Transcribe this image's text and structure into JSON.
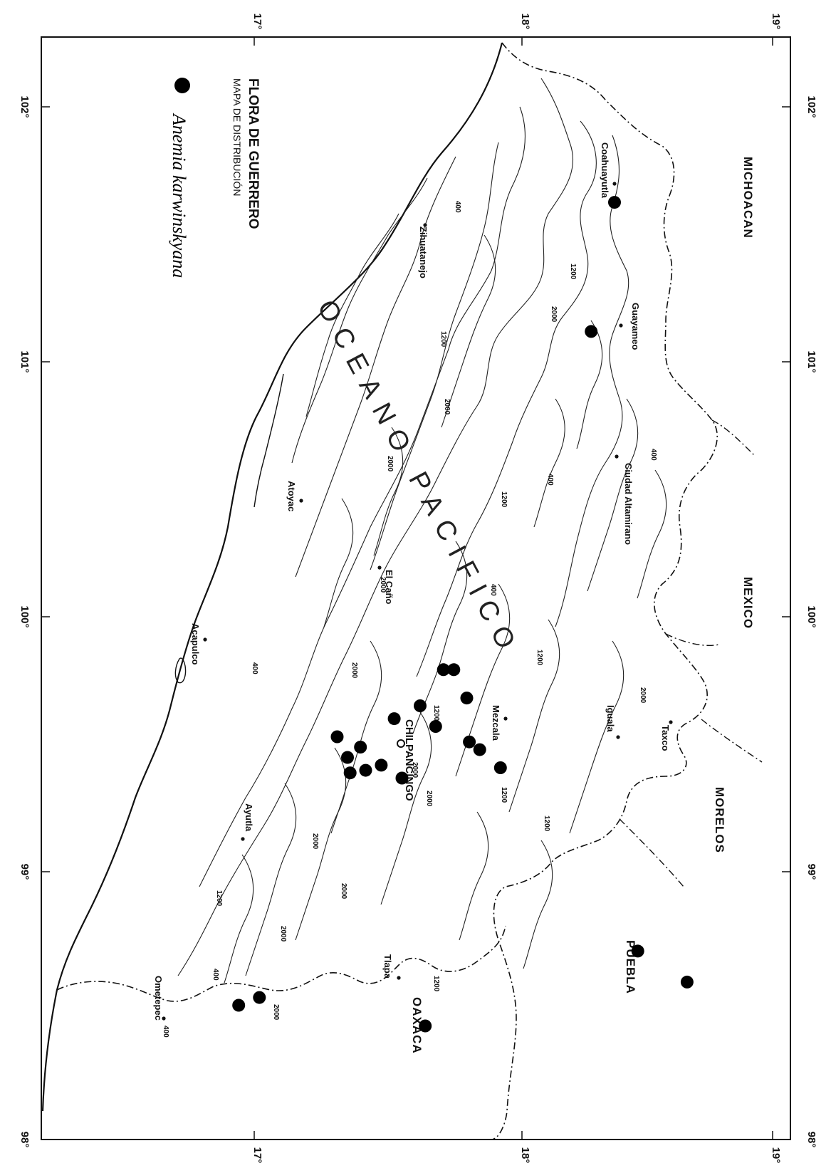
{
  "legend": {
    "title": "FLORA DE GUERRERO",
    "subtitle": "MAPA DE DISTRIBUCIÓN",
    "species": "Anemia karwinskyana"
  },
  "ocean_label": "OCEANO PACIFICO",
  "longitude_ticks": [
    "102°",
    "101°",
    "100°",
    "99°",
    "98°"
  ],
  "latitude_ticks": [
    "17°",
    "18°",
    "19°"
  ],
  "states": [
    "MICHOACAN",
    "MEXICO",
    "MORELOS",
    "PUEBLA",
    "OAXACA"
  ],
  "capital": "CHILPANCINGO",
  "towns": [
    "Coahuayutla",
    "Zihuatanejo",
    "Guayameo",
    "Ciudad Altamirano",
    "Atoyac",
    "El Caño",
    "Acapulco",
    "Iguala",
    "Taxco",
    "Mezcala",
    "Ayutla",
    "Tlapa",
    "Ometepec"
  ],
  "contour_labels": [
    "400",
    "1200",
    "2000"
  ],
  "colors": {
    "ink": "#111111",
    "paper": "#ffffff",
    "dot": "#000000"
  },
  "occurrence_points": [
    {
      "lon": 101.63,
      "lat": 18.39
    },
    {
      "lon": 101.13,
      "lat": 18.3
    },
    {
      "lon": 98.61,
      "lat": 18.67
    },
    {
      "lon": 98.73,
      "lat": 18.48
    },
    {
      "lon": 99.44,
      "lat": 17.95
    },
    {
      "lon": 99.51,
      "lat": 17.87
    },
    {
      "lon": 99.54,
      "lat": 17.83
    },
    {
      "lon": 99.71,
      "lat": 17.82
    },
    {
      "lon": 99.6,
      "lat": 17.7
    },
    {
      "lon": 99.82,
      "lat": 17.73
    },
    {
      "lon": 99.82,
      "lat": 17.77
    },
    {
      "lon": 99.68,
      "lat": 17.64
    },
    {
      "lon": 99.63,
      "lat": 17.54
    },
    {
      "lon": 99.4,
      "lat": 17.57
    },
    {
      "lon": 99.45,
      "lat": 17.49
    },
    {
      "lon": 99.43,
      "lat": 17.43
    },
    {
      "lon": 99.42,
      "lat": 17.37
    },
    {
      "lon": 99.48,
      "lat": 17.36
    },
    {
      "lon": 99.52,
      "lat": 17.41
    },
    {
      "lon": 99.56,
      "lat": 17.32
    },
    {
      "lon": 98.55,
      "lat": 17.02
    },
    {
      "lon": 98.52,
      "lat": 16.94
    },
    {
      "lon": 98.44,
      "lat": 17.66
    }
  ]
}
